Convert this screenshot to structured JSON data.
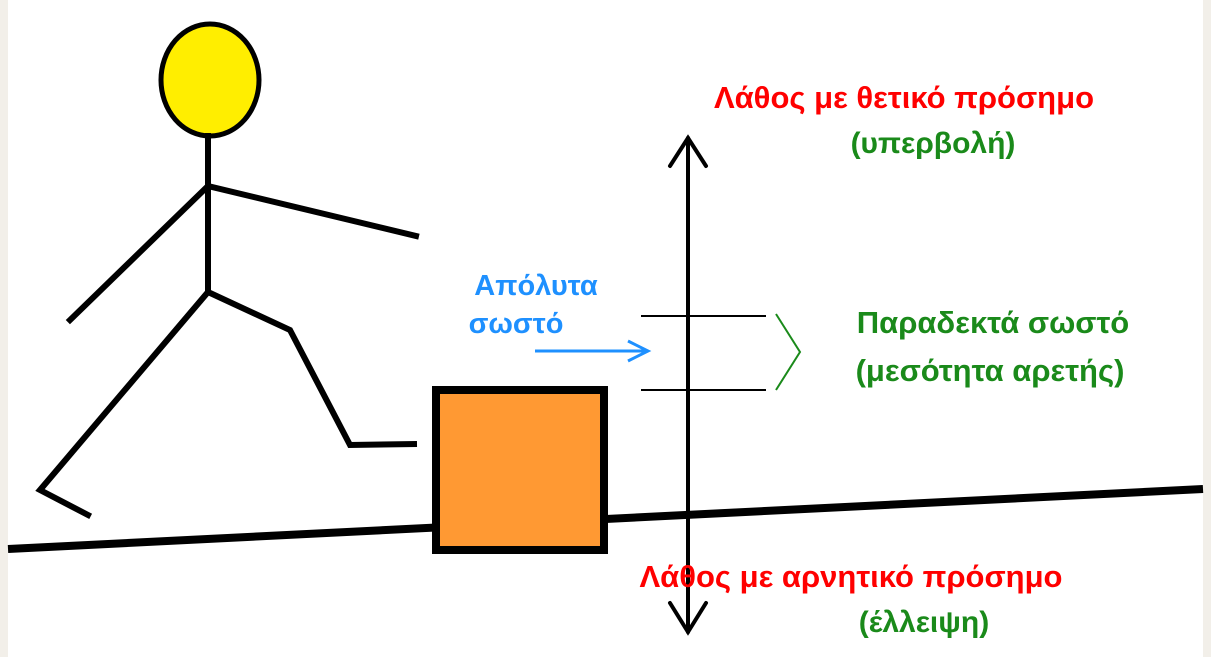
{
  "labels": {
    "positive_error": "Λάθος με θετικό πρόσημο",
    "positive_error_note": "(υπερβολή)",
    "acceptable_correct": "Παραδεκτά σωστό",
    "acceptable_correct_note": "(μεσότητα αρετής)",
    "absolute_correct_line1": "Απόλυτα",
    "absolute_correct_line2": "σωστό",
    "negative_error": "Λάθος με αρνητικό πρόσημο",
    "negative_error_note": "(έλλειψη)"
  },
  "colors": {
    "background": "#ffffff",
    "frame": "#f2efe9",
    "ink": "#000000",
    "head": "#ffee00",
    "box": "#ff9933",
    "error_text": "#ff0000",
    "acceptable_text": "#1a8a1a",
    "absolute_text": "#1e90ff"
  }
}
